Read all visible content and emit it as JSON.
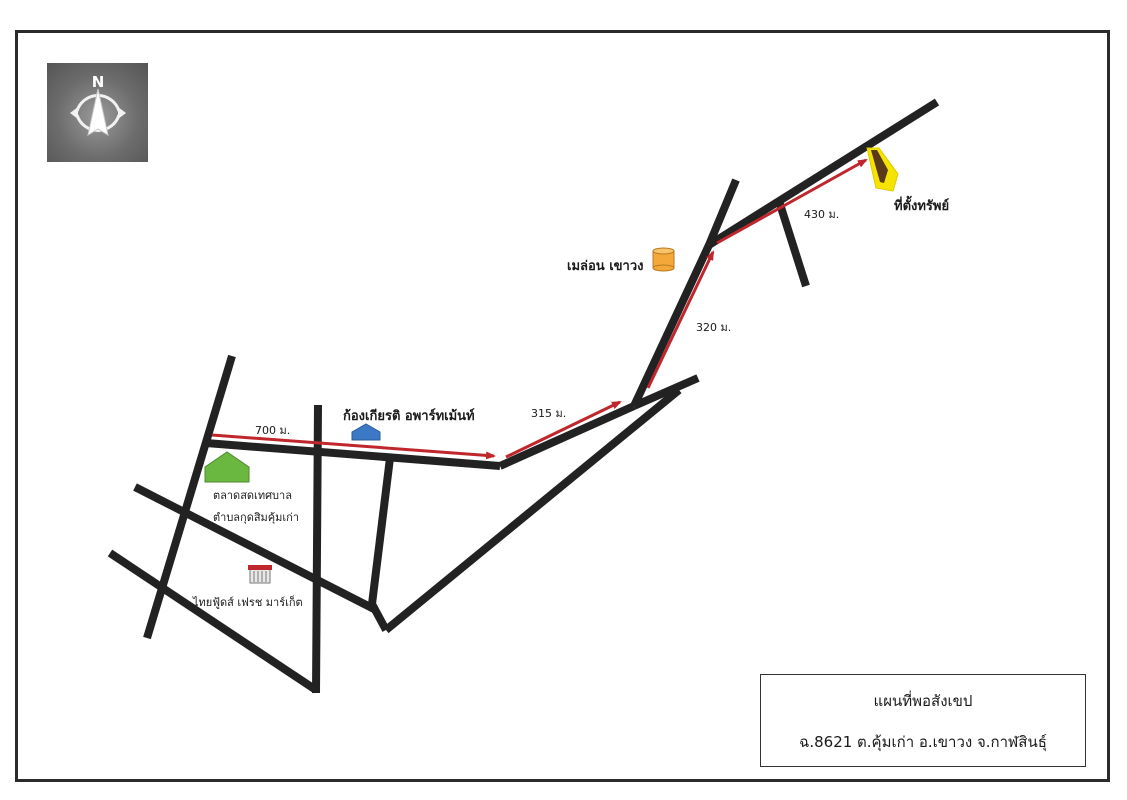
{
  "compass": {
    "north_label": "N",
    "icon": "compass-north-icon"
  },
  "distances": {
    "d1": "700 ม.",
    "d2": "315 ม.",
    "d3": "320 ม.",
    "d4": "430 ม."
  },
  "landmarks": {
    "apartment": "ก้องเกียรติ อพาร์ทเม้นท์",
    "market_line1": "ตลาดสดเทศบาล",
    "market_line2": "ตำบลกุดสิมคุ้มเก่า",
    "supermarket": "ไทยฟู้ดส์ เฟรช มาร์เก็ต",
    "water_tank": "เมล่อน เขาวง",
    "property": "ที่ตั้งทรัพย์"
  },
  "legend": {
    "title": "แผนที่พอสังเขป",
    "subtitle": "ฉ.8621  ต.คุ้มเก่า  อ.เขาวง  จ.กาฬสินธุ์"
  },
  "colors": {
    "road": "#222222",
    "route": "#c0272d",
    "apartment_marker": "#3b79c4",
    "market_marker": "#6bb841",
    "tank_marker": "#f4a83a",
    "property_marker": "#f5e400",
    "property_shape": "#5a3a1a"
  }
}
